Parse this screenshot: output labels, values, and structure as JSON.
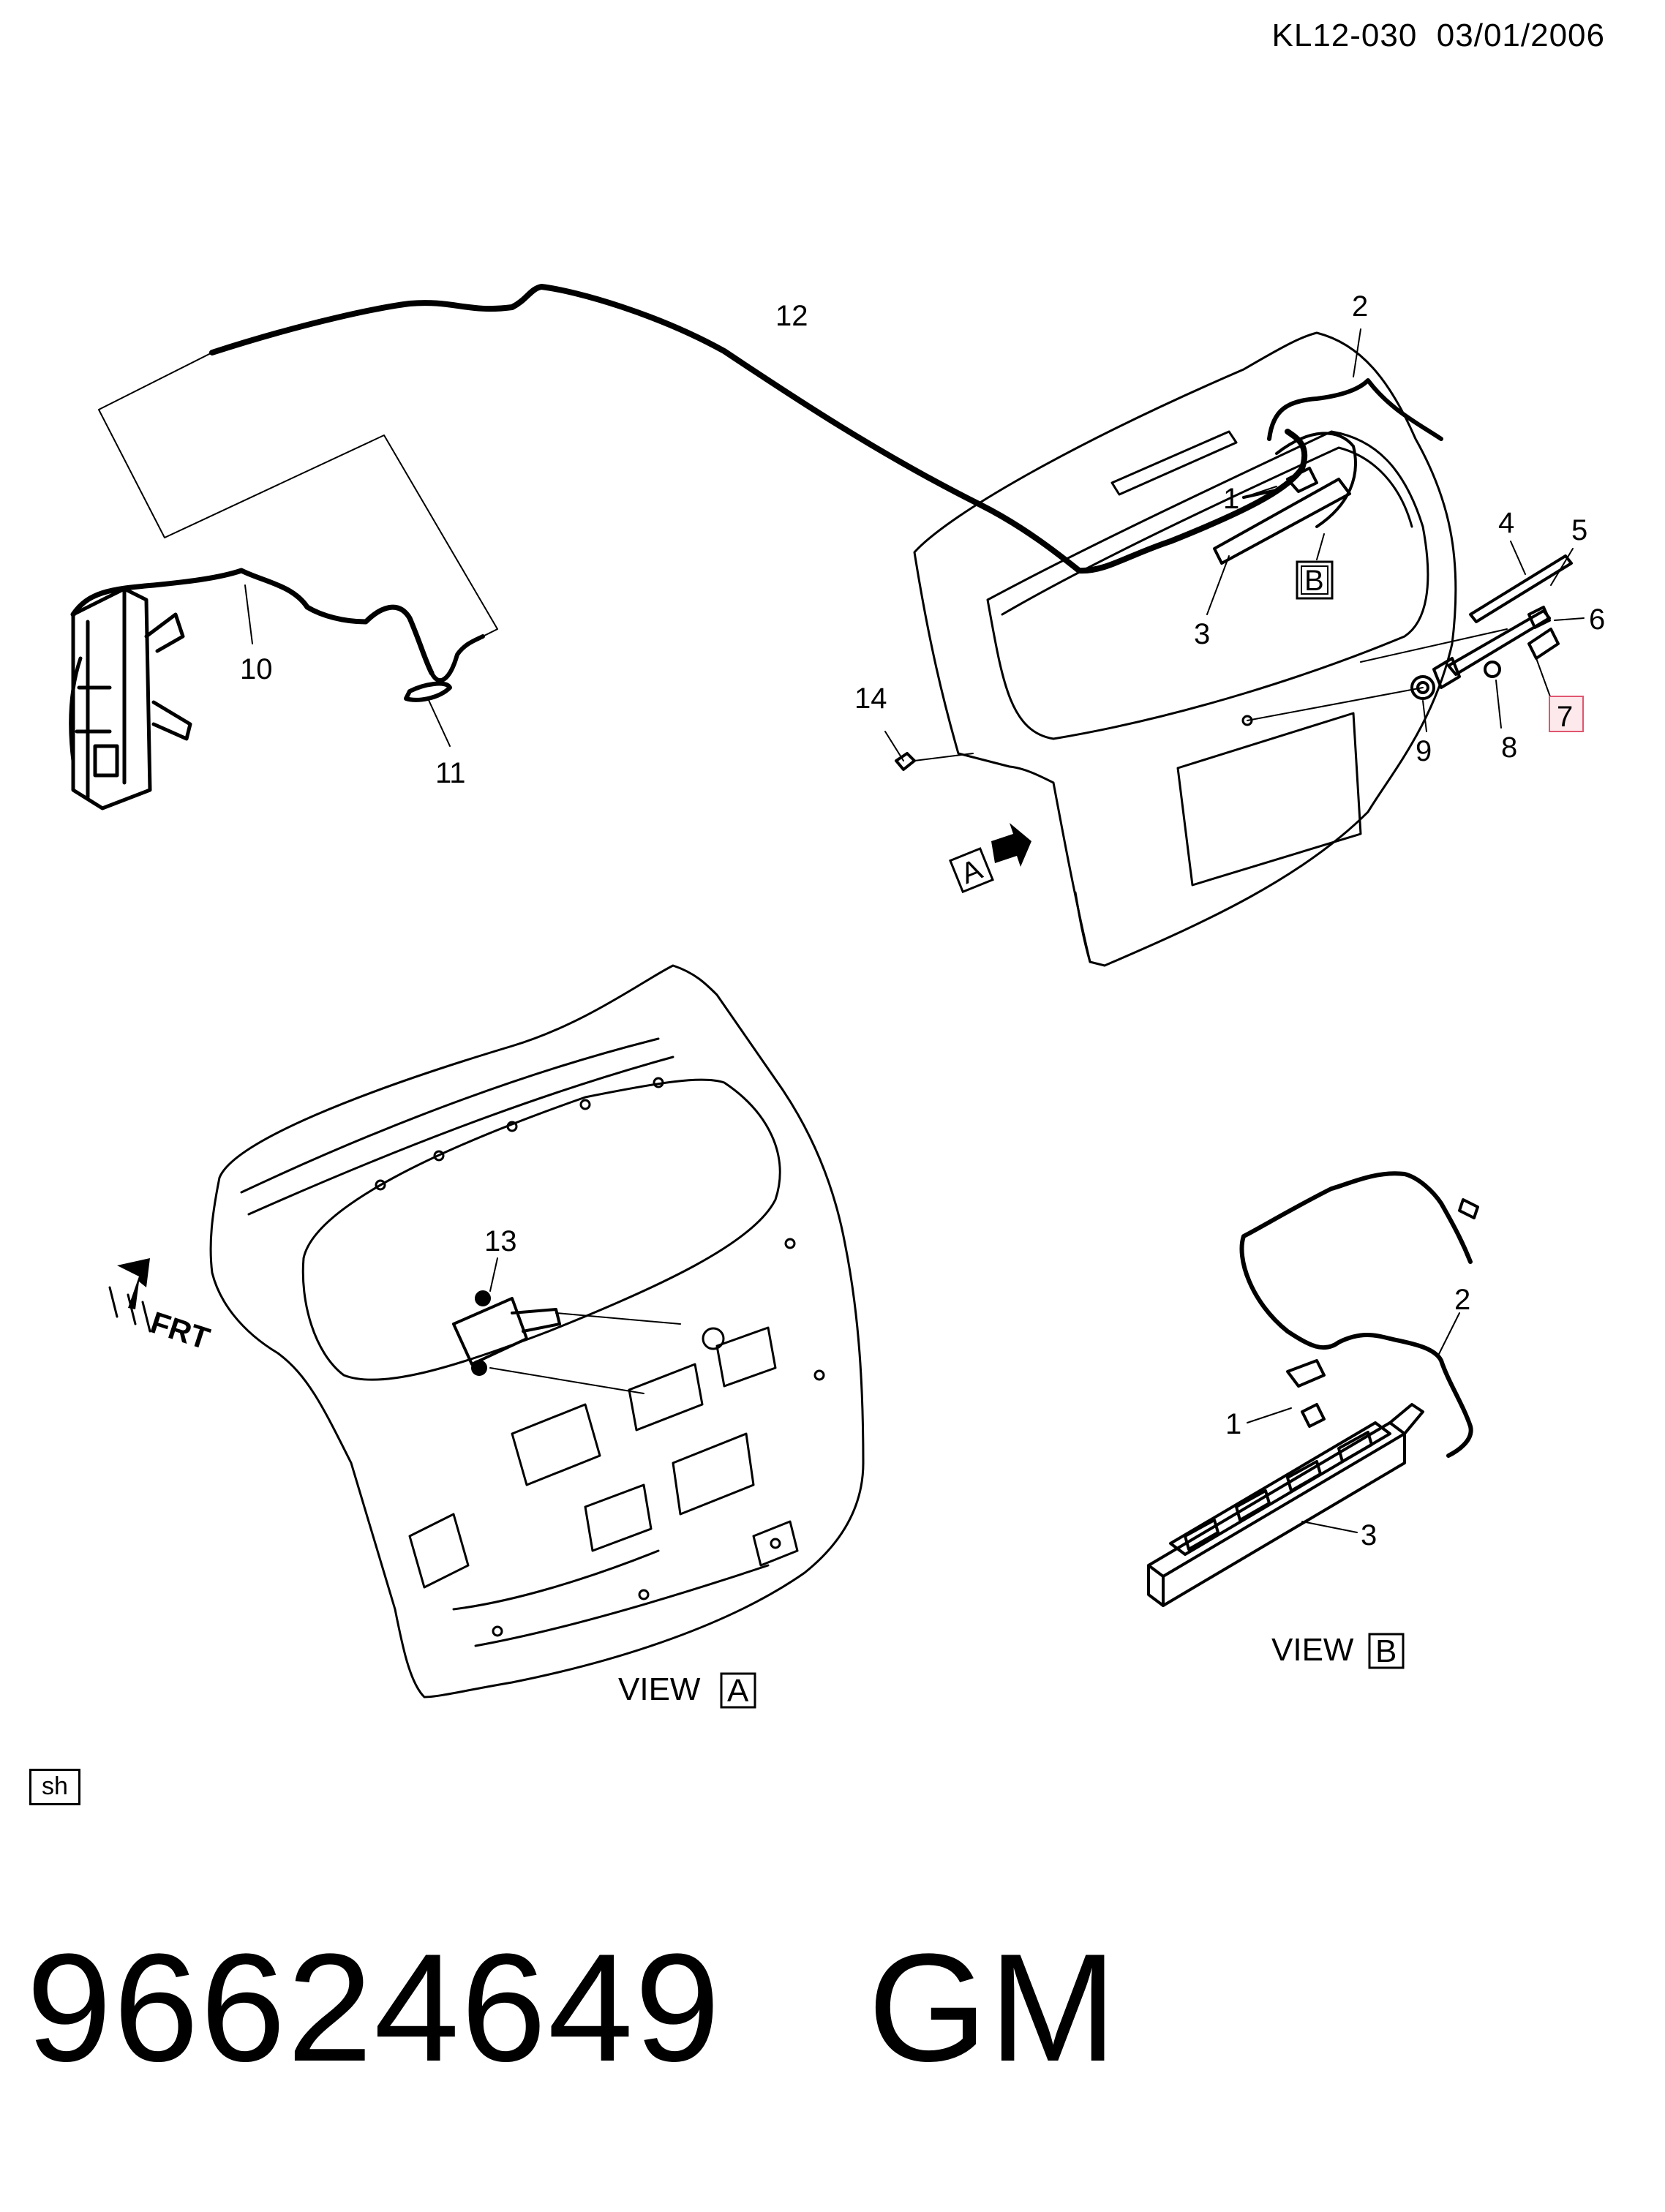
{
  "header": {
    "ref": "KL12-030",
    "date": "03/01/2006"
  },
  "callouts": {
    "c12": "12",
    "c2_top": "2",
    "c1_top": "1",
    "c3_top": "3",
    "c4": "4",
    "c5": "5",
    "c6": "6",
    "c7": "7",
    "c8": "8",
    "c9": "9",
    "c14": "14",
    "c10": "10",
    "c11": "11",
    "c13": "13",
    "c2_view": "2",
    "c1_view": "1",
    "c3_view": "3"
  },
  "markers": {
    "a": "A",
    "b": "B"
  },
  "views": {
    "view_word": "VIEW",
    "view_a_letter": "A",
    "view_b_letter": "B"
  },
  "direction": {
    "frt": "FRT"
  },
  "sheet_tag": "sh",
  "footer": {
    "part_number": "96624649",
    "brand": "GM"
  },
  "colors": {
    "line": "#000000",
    "highlight_fill": "#fde8ec",
    "highlight_border": "#e0566e"
  }
}
